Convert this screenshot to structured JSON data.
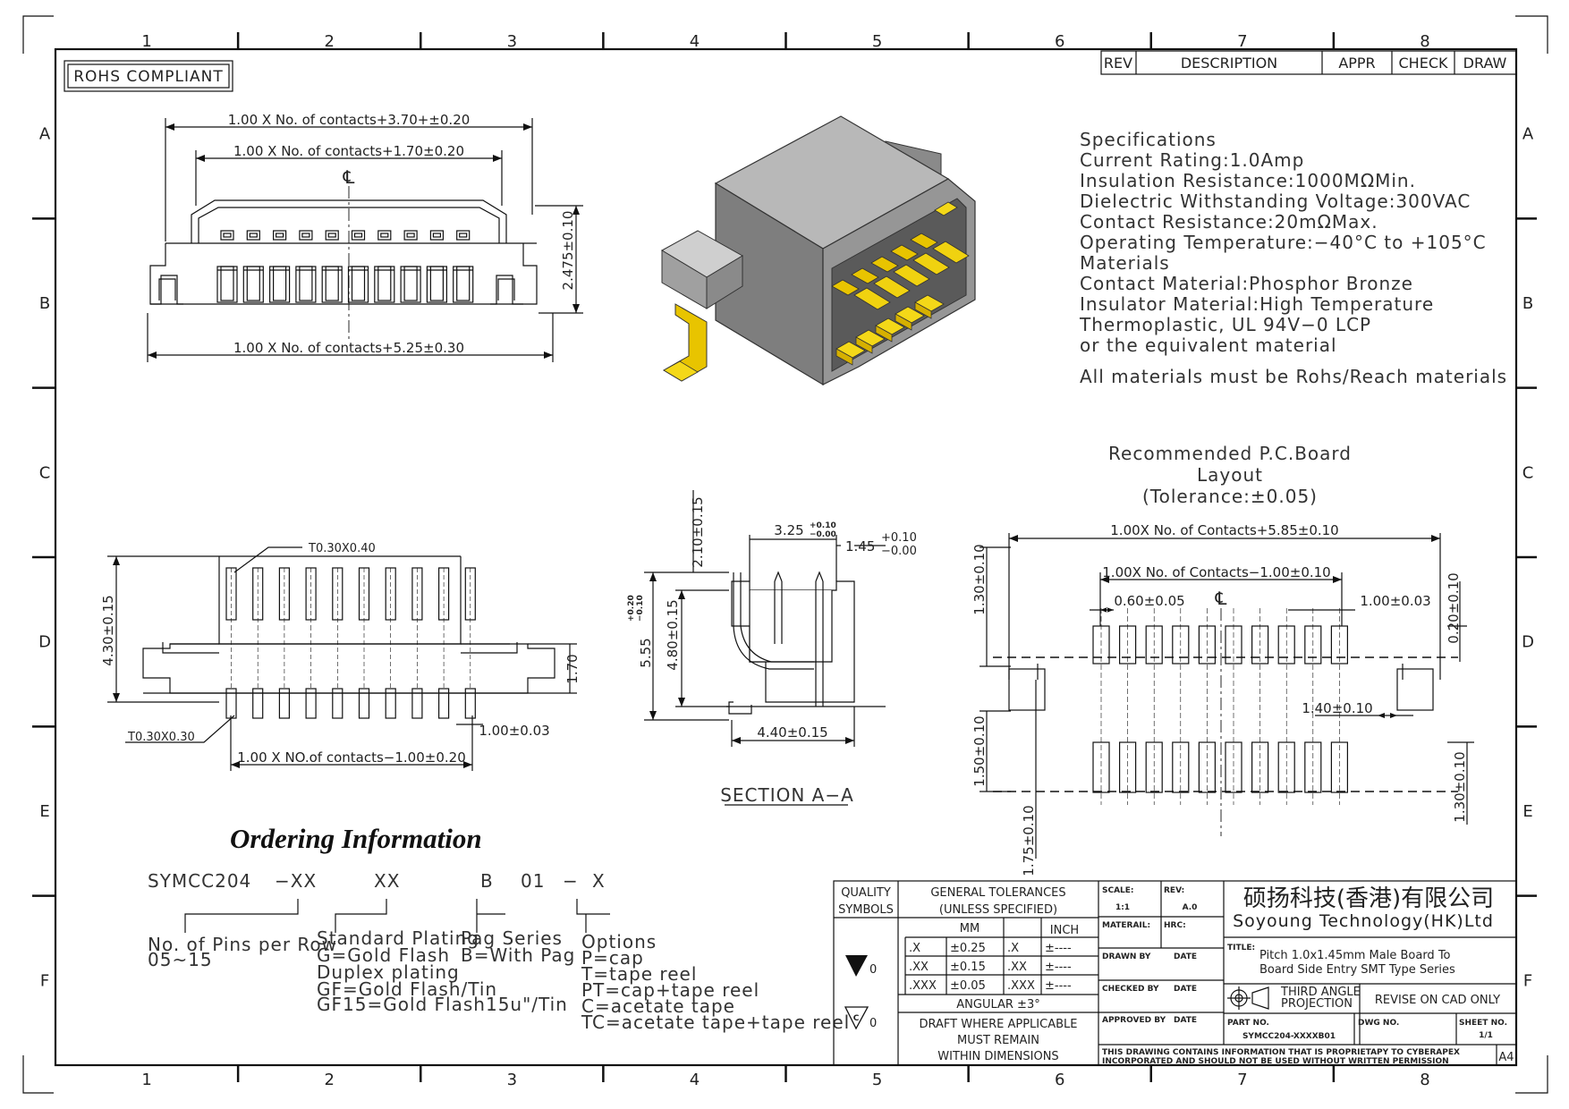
{
  "frame": {
    "col_numbers": [
      "1",
      "2",
      "3",
      "4",
      "5",
      "6",
      "7",
      "8"
    ],
    "row_letters": [
      "A",
      "B",
      "C",
      "D",
      "E",
      "F"
    ]
  },
  "rohs": "ROHS COMPLIANT",
  "revision_table": {
    "rev": "REV",
    "description": "DESCRIPTION",
    "appr": "APPR",
    "check": "CHECK",
    "draw": "DRAW"
  },
  "top_view": {
    "dim_overall": "1.00 X No. of contacts+3.70+±0.20",
    "dim_inner": "1.00 X No. of contacts+1.70±0.20",
    "dim_bottom": "1.00 X No. of contacts+5.25±0.30",
    "dim_height": "2.475±0.10",
    "centerline": "℄"
  },
  "specifications": {
    "lines": [
      "Specifications",
      "Current Rating:1.0Amp",
      "Insulation Resistance:1000MΩMin.",
      "Dielectric Withstanding Voltage:300VAC",
      "Contact Resistance:20mΩMax.",
      "Operating Temperature:−40°C to +105°C",
      "Materials",
      "Contact Material:Phosphor Bronze",
      "Insulator Material:High Temperature",
      "Thermoplastic, UL 94V−0 LCP",
      "or the equivalent material"
    ],
    "footer": "All materials must be Rohs/Reach materials"
  },
  "pcb_layout": {
    "title": [
      "Recommended P.C.Board",
      "Layout",
      "(Tolerance:±0.05)"
    ],
    "dim_overall": "1.00X No. of Contacts+5.85±0.10",
    "dim_pads": "1.00X No. of Contacts−1.00±0.10",
    "dim_pad_w": "0.60±0.05",
    "dim_pitch": "1.00±0.03",
    "dim_top_h": "1.30±0.10",
    "dim_right_top": "0.20±0.10",
    "dim_tab": "1.40±0.10",
    "dim_left_mid": "1.50±0.10",
    "dim_left_low": "1.75±0.10",
    "dim_right_low": "1.30±0.10",
    "centerline": "℄"
  },
  "front_view": {
    "pin_callout_top": "T0.30X0.40",
    "pin_callout_bottom": "T0.30X0.30",
    "dim_height": "4.30±0.15",
    "dim_right": "1.70",
    "dim_pitch": "1.00±0.03",
    "dim_span": "1.00 X NO.of contacts−1.00±0.20"
  },
  "section": {
    "label": "SECTION A−A",
    "dim_top": "2.10±0.15",
    "dim_width_top": "3.25",
    "dim_width_top_tol_up": "+0.10",
    "dim_width_top_tol_dn": "−0.00",
    "dim_right_top": "1.45",
    "dim_right_tol_up": "+0.10",
    "dim_right_tol_dn": "−0.00",
    "dim_left_outer": "5.55",
    "dim_left_outer_tol_up": "+0.20",
    "dim_left_outer_tol_dn": "−0.10",
    "dim_left_inner": "4.80±0.15",
    "dim_bottom": "4.40±0.15"
  },
  "ordering": {
    "title": "Ordering Information",
    "code": [
      "SYMCC204",
      "−XX",
      "XX",
      "B",
      "01",
      "−",
      "X"
    ],
    "pins_label": "No. of Pins per Row",
    "pins_range": "05~15",
    "plating_title": "Standard Plating",
    "plating_lines": [
      "G=Gold Flash",
      "Duplex plating",
      "GF=Gold Flash/Tin",
      "GF15=Gold Flash15u\"/Tin"
    ],
    "pag_title": "Pag Series",
    "pag_lines": [
      "B=With Pag"
    ],
    "options_title": "Options",
    "options_lines": [
      "P=cap",
      "T=tape reel",
      "PT=cap+tape reel",
      "C=acetate tape",
      "TC=acetate tape+tape reel"
    ]
  },
  "title_block": {
    "quality": [
      "QUALITY",
      "SYMBOLS"
    ],
    "general_tol": [
      "GENERAL TOLERANCES",
      "(UNLESS SPECIFIED)"
    ],
    "mm": "MM",
    "inch": "INCH",
    "tol_rows": [
      {
        "mm_k": ".X",
        "mm_v": "±0.25",
        "in_k": ".X",
        "in_v": "±----"
      },
      {
        "mm_k": ".XX",
        "mm_v": "±0.15",
        "in_k": ".XX",
        "in_v": "±----"
      },
      {
        "mm_k": ".XXX",
        "mm_v": "±0.05",
        "in_k": ".XXX",
        "in_v": "±----"
      }
    ],
    "angular": "ANGULAR ±3°",
    "draft": [
      "DRAFT WHERE APPLICABLE",
      "MUST REMAIN",
      "WITHIN DIMENSIONS"
    ],
    "sym_zero_1": "0",
    "sym_zero_2": "0",
    "sym_c": "C",
    "scale_label": "SCALE:",
    "scale_val": "1:1",
    "rev_label": "REV:",
    "rev_val": "A.0",
    "material_label": "MATERAIL:",
    "hrc_label": "HRC:",
    "drawn_label": "DRAWN BY",
    "checked_label": "CHECKED BY",
    "approved_label": "APPROVED BY",
    "date_label": "DATE",
    "company_cn": "硕扬科技(香港)有限公司",
    "company_en": "Soyoung Technology(HK)Ltd",
    "title_label": "TITLE:",
    "title_lines": [
      "Pitch 1.0x1.45mm Male Board To",
      "Board Side Entry SMT Type Series"
    ],
    "projection": [
      "THIRD ANGLE",
      "PROJECTION"
    ],
    "revise": "REVISE ON CAD ONLY",
    "part_label": "PART NO.",
    "part_val": "SYMCC204-XXXXB01",
    "dwg_label": "DWG NO.",
    "sheet_label": "SHEET NO.",
    "sheet_val": "1/1",
    "notice": [
      "THIS DRAWING CONTAINS INFORMATION THAT IS PROPRIETAPY TO CYBERAPEX",
      "INCORPORATED AND SHOULD NOT BE USED WITHOUT WRITTEN PERMISSION"
    ],
    "size": "A4"
  }
}
